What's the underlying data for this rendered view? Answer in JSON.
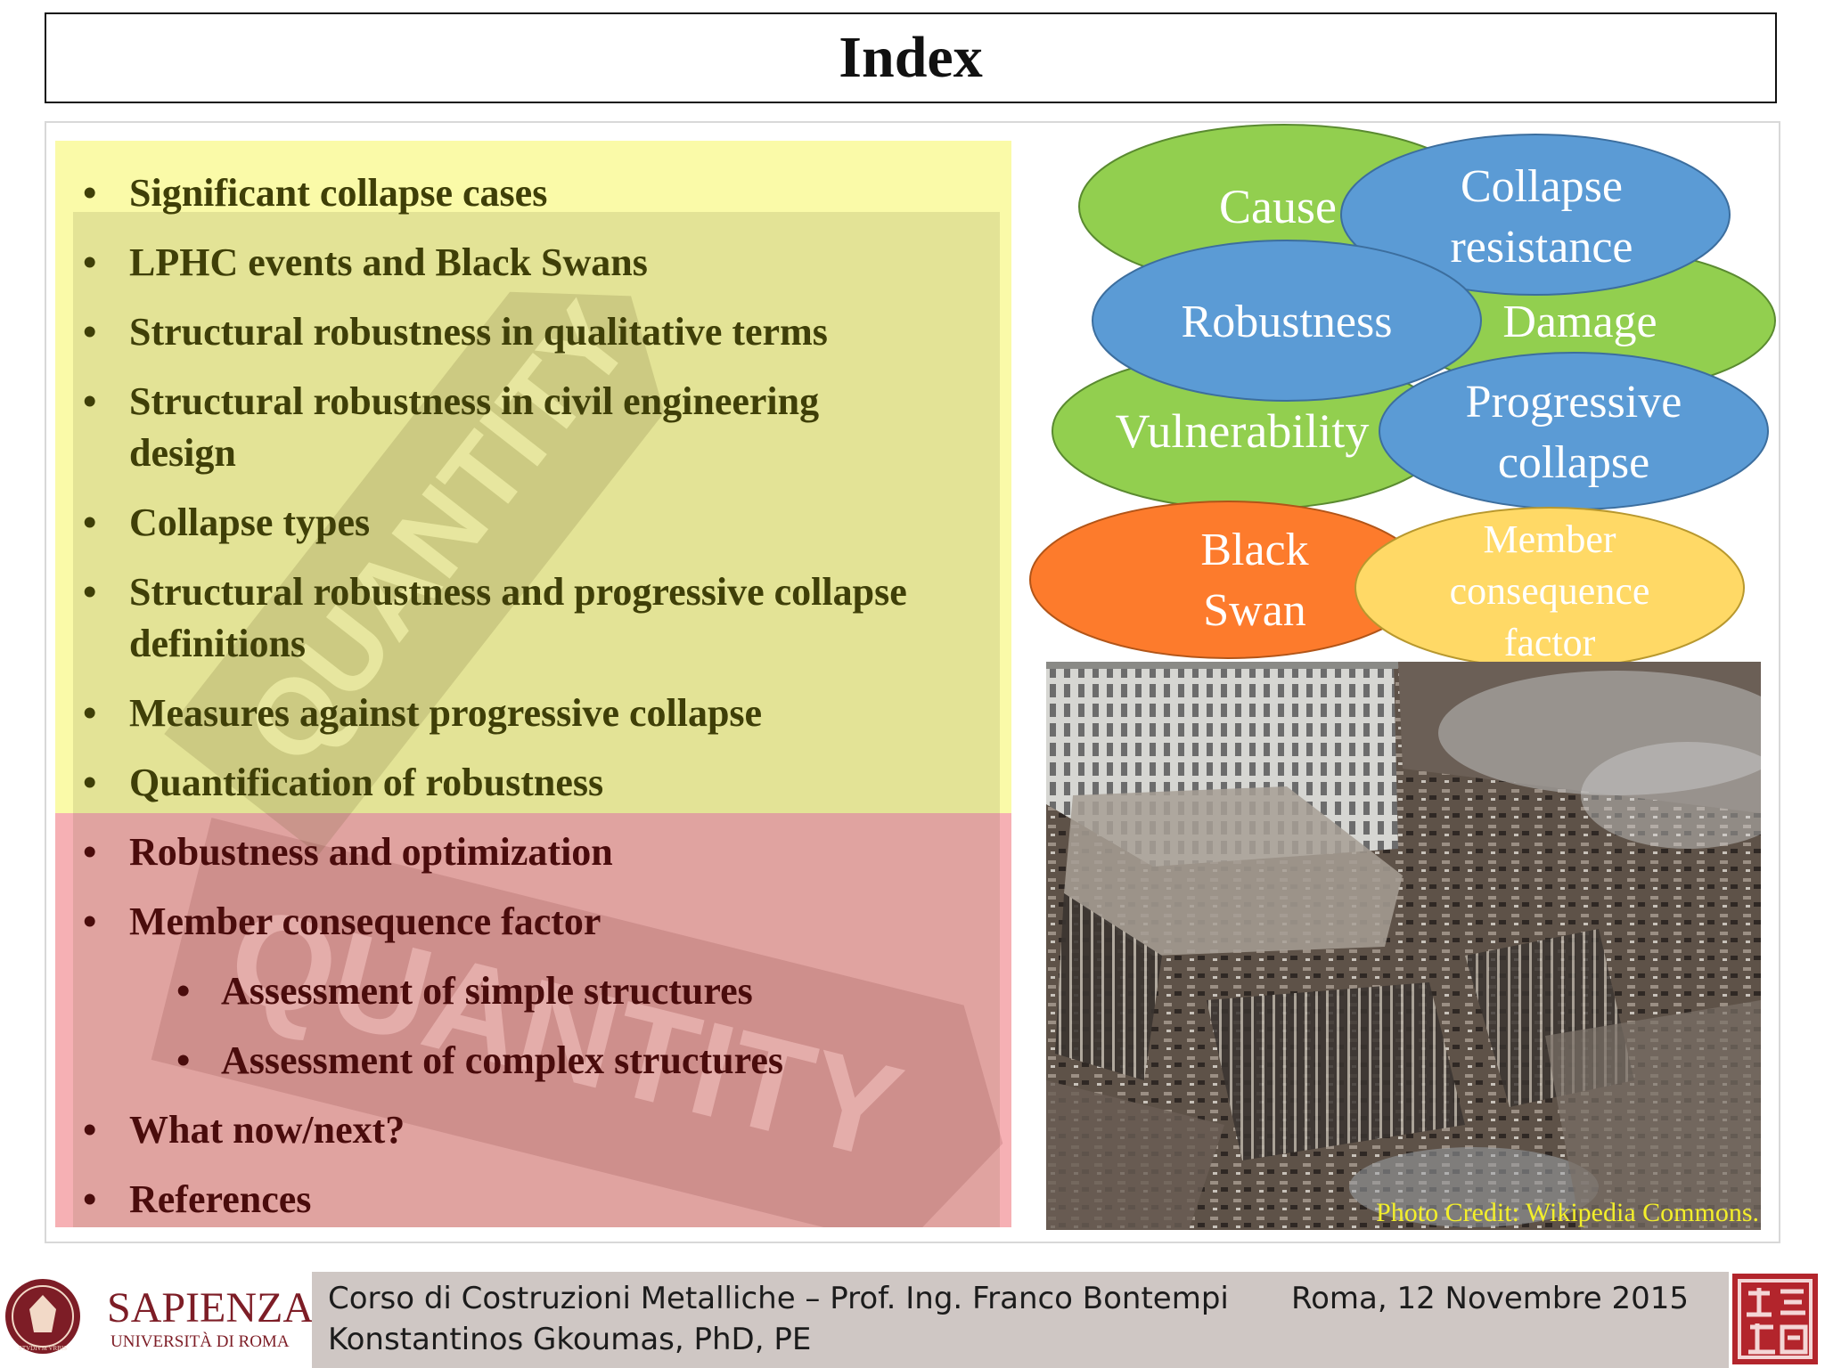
{
  "title": "Index",
  "bullets": {
    "b1": "Significant collapse cases",
    "b2": "LPHC events and Black Swans",
    "b3": "Structural robustness in qualitative terms",
    "b4a": "Structural robustness in civil engineering",
    "b4b": "design",
    "b5": "Collapse types",
    "b6a": "Structural robustness and progressive collapse",
    "b6b": "definitions",
    "b7": "Measures against progressive collapse",
    "b8": "Quantification of robustness",
    "b9": "Robustness and optimization",
    "b10": "Member consequence factor",
    "b10a": "Assessment of simple structures",
    "b10b": "Assessment of complex structures",
    "b11": "What now/next?",
    "b12": "References"
  },
  "bullet_symbol": "•",
  "sign_text": {
    "upper": "QUANTITY",
    "lower": "QUANTITY"
  },
  "ellipses": {
    "cause": "Cause",
    "collapse_resistance_1": "Collapse",
    "collapse_resistance_2": "resistance",
    "robustness": "Robustness",
    "damage": "Damage",
    "vulnerability": "Vulnerability",
    "progressive_1": "Progressive",
    "progressive_2": "collapse",
    "black_swan_1": "Black",
    "black_swan_2": "Swan",
    "member_1": "Member",
    "member_2": "consequence",
    "member_3": "factor"
  },
  "colors": {
    "green": "#92cf4f",
    "blue": "#5b9bd5",
    "orange": "#fd7b2c",
    "gold": "#ffd966",
    "yellow_band": "#fafaa8",
    "red_band": "#f6b0b4"
  },
  "photo_credit": "Photo Credit: Wikipedia Commons.",
  "footer": {
    "logo_name": "SAPIENZA",
    "logo_sub": "UNIVERSITÀ DI ROMA",
    "seal_text": "STVDIVM VRBIS",
    "course": "Corso di Costruzioni Metalliche – Prof. Ing. Franco Bontempi",
    "author": "Konstantinos Gkoumas, PhD, PE",
    "date": "Roma, 12 Novembre 2015"
  }
}
